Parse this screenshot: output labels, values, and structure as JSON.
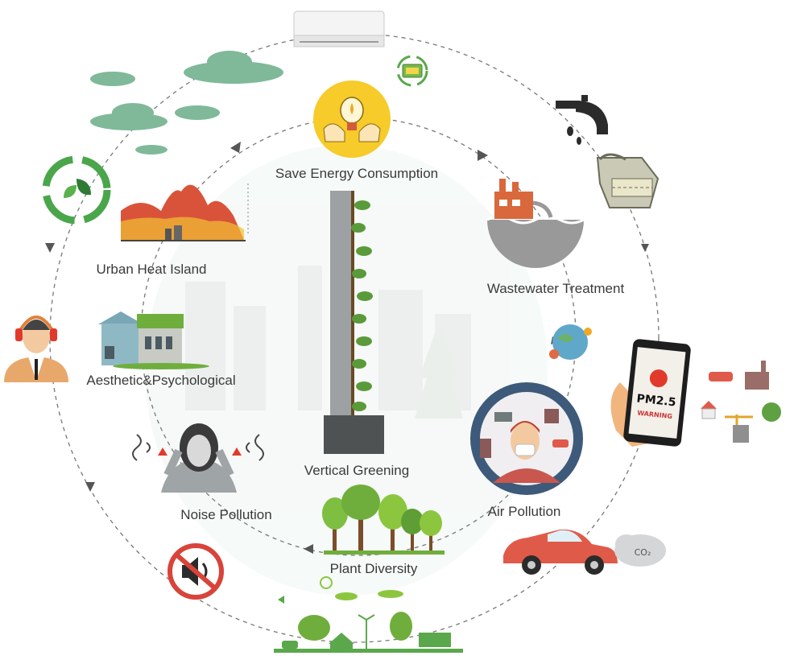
{
  "labels": {
    "save_energy": "Save Energy Consumption",
    "wastewater": "Wastewater  Treatment",
    "urban_heat": "Urban Heat Island",
    "aesthetic": "Aesthetic&Psychological",
    "vertical_greening": "Vertical Greening",
    "noise_pollution": "Noise Pollution",
    "air_pollution": "Air Pollution",
    "plant_diversity": "Plant Diversity"
  },
  "phone": {
    "pm_text": "PM2.5",
    "warning_text": "WARNING"
  },
  "co2_text": "CO₂",
  "colors": {
    "green_dark": "#3f8f3a",
    "green_light": "#8cc63f",
    "cloud": "#7fb99a",
    "orange": "#f5a623",
    "red": "#e24a3b",
    "water": "#4b4f52",
    "car": "#e05a4a"
  },
  "icons": [
    "air-conditioner-icon",
    "battery-recycle-icon",
    "lightbulb-hands-icon",
    "faucet-icon",
    "sewage-tank-icon",
    "factory-water-icon",
    "recycle-leaves-icon",
    "heat-mountain-chart-icon",
    "person-headphones-icon",
    "green-house-icon",
    "globe-pollution-icon",
    "smartphone-pm25-icon",
    "city-pollution-icon",
    "woman-covering-ears-icon",
    "air-pollution-badge-icon",
    "trees-icon",
    "no-sound-icon",
    "red-car-icon",
    "co2-cloud-icon",
    "green-city-icon",
    "vertical-greening-wall-icon"
  ]
}
